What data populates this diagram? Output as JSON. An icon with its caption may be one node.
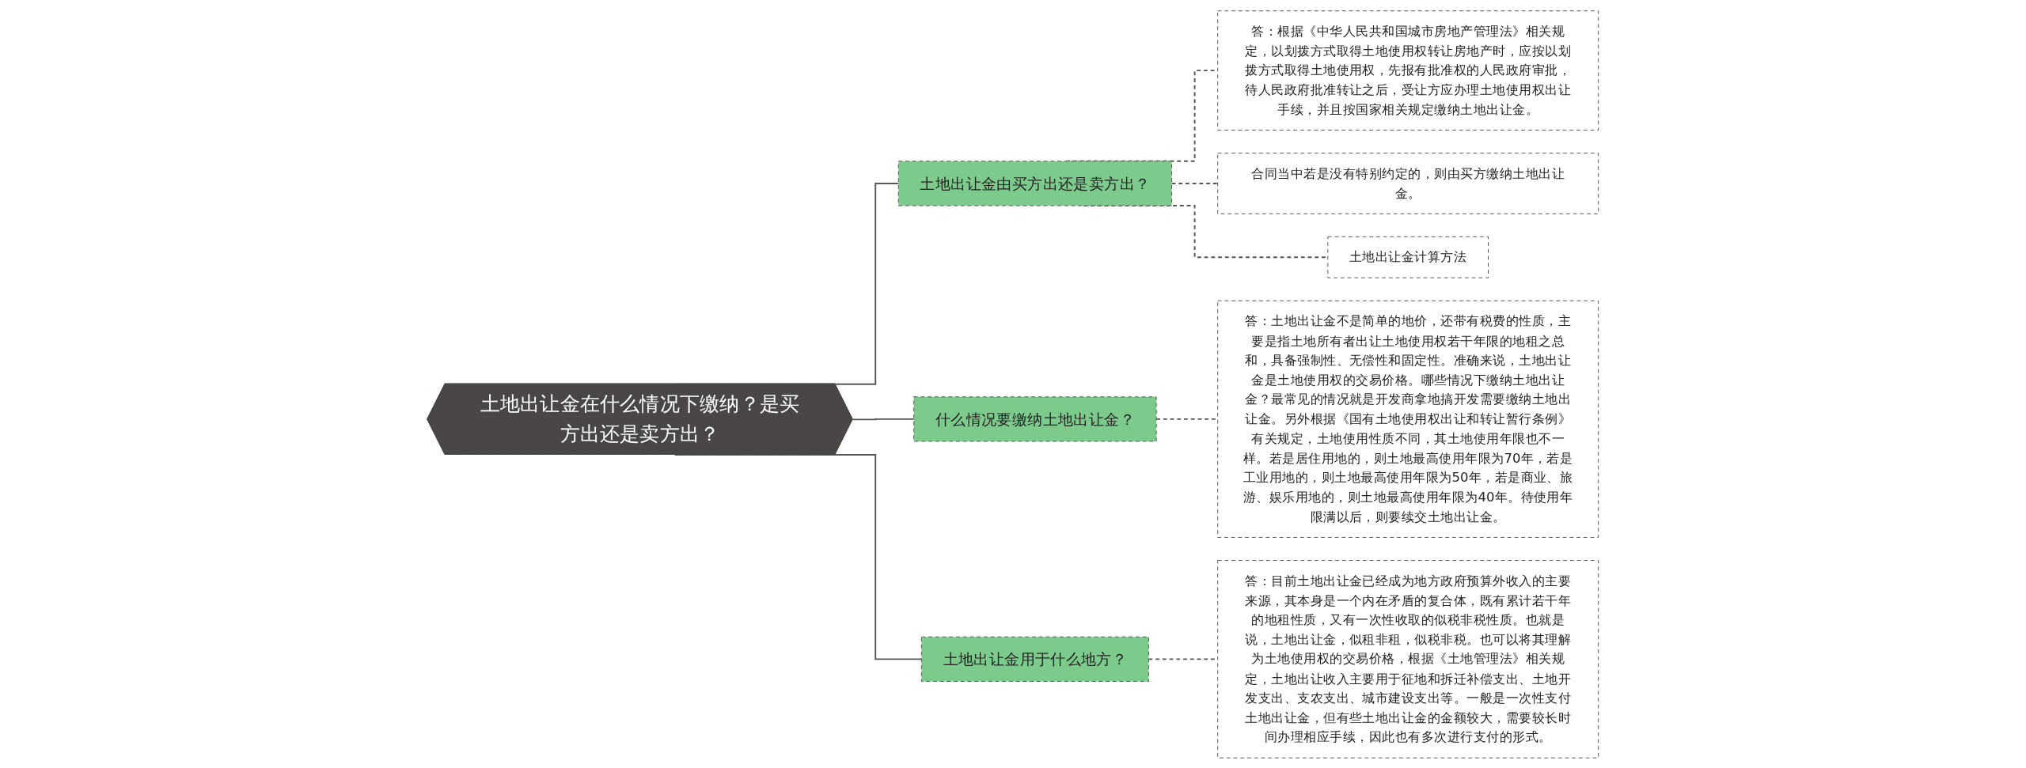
{
  "diagram": {
    "nodes": [
      {
        "text": [
          "土地出让金在什么情况下缴纳？是买方出还是卖方出？"
        ]
      },
      {
        "text": [
          "土地出让金由买方出还是卖方出？"
        ]
      },
      {
        "text": [
          "答：根据《中华人民共和国城市房地产管理法》相关规定，以划拨方式取得土地使用权转让房地产时，应按以划拨方式取得土地使用权，先报有批准权的人民政府审批，待人民政府批准转让之后，受让方应办理土地使用权出让手续，并且按国家相关规定缴纳土地出让金。"
        ]
      },
      {
        "text": [
          "合同当中若是没有特别约定的，则由买方缴纳土地出让金。"
        ]
      },
      {
        "text": [
          "土地出让金计算方法"
        ]
      },
      {
        "text": [
          "什么情况要缴纳土地出让金？"
        ]
      },
      {
        "text": [
          "答：土地出让金不是简单的地价，还带有税费的性质，主要是指土地所有者出让土地使用权若干年限的地租之总和，具备强制性、无偿性和固定性。准确来说，土地出让金是土地使用权的交易价格。哪些情况下缴纳土地出让金？最常见的情况就是开发商拿地搞开发需要缴纳土地出让金。另外根据《国有土地使用权出让和转让暂行条例》有关规定，土地使用性质不同，其土地使用年限也不一样。若是居住用地的，则土地最高使用年限为70年，若是工业用地的，则土地最高使用年限为50年，若是商业、旅游、娱乐用地的，则土地最高使用年限为40年。待使用年限满以后，则要续交土地出让金。"
        ]
      },
      {
        "text": [
          "土地出让金用于什么地方？"
        ]
      },
      {
        "text": [
          "答：目前土地出让金已经成为地方政府预算外收入的主要来源，其本身是一个内在矛盾的复合体，既有累计若干年的地租性质，又有一次性收取的似税非税性质。也就是说，土地出让金，似租非租，似税非税。也可以将其理解为土地使用权的交易价格，根据《土地管理法》相关规定，土地出让收入主要用于征地和拆迁补偿支出、土地开发支出、支农支出、城市建设支出等。一般是一次性支付土地出让金，但有些土地出让金的金额较大，需要较长时间办理相应手续，因此也有多次进行支付的形式。"
        ]
      }
    ],
    "edges": [
      {
        "from": 0,
        "to": 1,
        "arrow": "none"
      },
      {
        "from": 1,
        "to": 2,
        "arrow": "none",
        "style": "dashed"
      },
      {
        "from": 1,
        "to": 3,
        "arrow": "none",
        "style": "dashed"
      },
      {
        "from": 1,
        "to": 4,
        "arrow": "none",
        "style": "dashed"
      },
      {
        "from": 0,
        "to": 5,
        "arrow": "none"
      },
      {
        "from": 5,
        "to": 6,
        "arrow": "none",
        "style": "dashed"
      },
      {
        "from": 0,
        "to": 7,
        "arrow": "none"
      },
      {
        "from": 7,
        "to": 8,
        "arrow": "none",
        "style": "dashed"
      }
    ]
  }
}
